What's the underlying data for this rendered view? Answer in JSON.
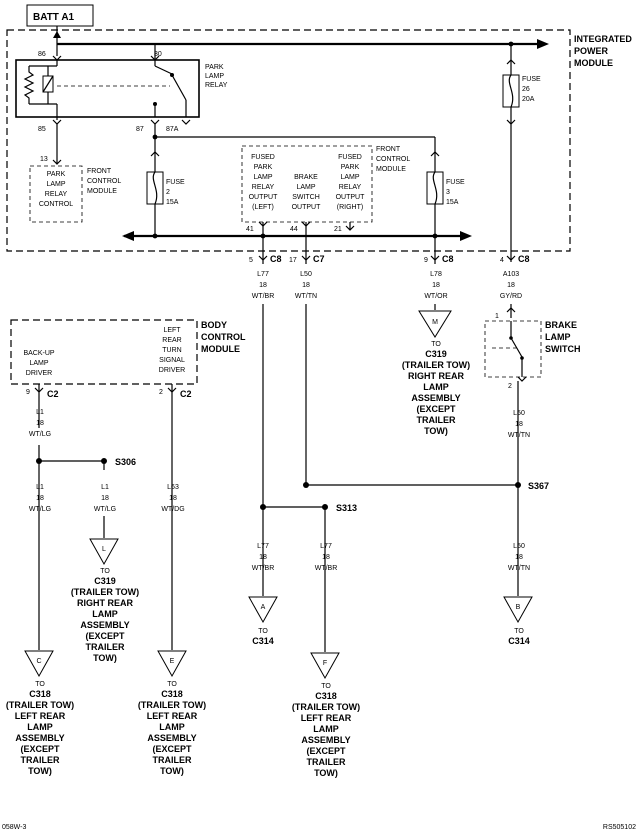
{
  "batt": "BATT A1",
  "ipm": [
    "INTEGRATED",
    "POWER",
    "MODULE"
  ],
  "park_relay": [
    "PARK",
    "LAMP",
    "RELAY"
  ],
  "pins": {
    "p86": "86",
    "p30": "30",
    "p85": "85",
    "p87": "87",
    "p87a": "87A",
    "p13": "13"
  },
  "plr_control": [
    "PARK",
    "LAMP",
    "RELAY",
    "CONTROL"
  ],
  "fcm_left": [
    "FRONT",
    "CONTROL",
    "MODULE"
  ],
  "fcm_right": [
    "FRONT",
    "CONTROL",
    "MODULE"
  ],
  "fcm_out1": [
    "FUSED",
    "PARK",
    "LAMP",
    "RELAY",
    "OUTPUT",
    "(LEFT)"
  ],
  "fcm_out2": [
    "BRAKE",
    "LAMP",
    "SWITCH",
    "OUTPUT"
  ],
  "fcm_out3": [
    "FUSED",
    "PARK",
    "LAMP",
    "RELAY",
    "OUTPUT",
    "(RIGHT)"
  ],
  "fcm_pins": {
    "p41": "41",
    "p44": "44",
    "p21": "21"
  },
  "fuse2": [
    "FUSE",
    "2",
    "15A"
  ],
  "fuse3": [
    "FUSE",
    "3",
    "15A"
  ],
  "fuse26": [
    "FUSE",
    "26",
    "20A"
  ],
  "c8a": {
    "pin": "5",
    "conn": "C8"
  },
  "c7": {
    "pin": "17",
    "conn": "C7"
  },
  "c8b": {
    "pin": "9",
    "conn": "C8"
  },
  "c8c": {
    "pin": "4",
    "conn": "C8"
  },
  "w_l77a": [
    "L77",
    "18",
    "WT/BR"
  ],
  "w_l50a": [
    "L50",
    "18",
    "WT/TN"
  ],
  "w_l78": [
    "L78",
    "18",
    "WT/OR"
  ],
  "w_a103": [
    "A103",
    "18",
    "GY/RD"
  ],
  "conn_m": "M",
  "to_m": [
    "TO",
    "C319",
    "(TRAILER TOW)",
    "RIGHT REAR",
    "LAMP",
    "ASSEMBLY",
    "(EXCEPT",
    "TRAILER",
    "TOW)"
  ],
  "brake_switch": [
    "BRAKE",
    "LAMP",
    "SWITCH"
  ],
  "bs_pins": {
    "p1": "1",
    "p2": "2"
  },
  "w_l50b": [
    "L50",
    "18",
    "WT/TN"
  ],
  "bcm": [
    "BODY",
    "CONTROL",
    "MODULE"
  ],
  "bcm_backup": [
    "BACK-UP",
    "LAMP",
    "DRIVER"
  ],
  "bcm_turn": [
    "LEFT",
    "REAR",
    "TURN",
    "SIGNAL",
    "DRIVER"
  ],
  "c2a": {
    "pin": "9",
    "conn": "C2"
  },
  "c2b": {
    "pin": "2",
    "conn": "C2"
  },
  "w_l1a": [
    "L1",
    "18",
    "WT/LG"
  ],
  "w_l1b": [
    "L1",
    "18",
    "WT/LG"
  ],
  "w_l1c": [
    "L1",
    "18",
    "WT/LG"
  ],
  "w_l63": [
    "L63",
    "18",
    "WT/DG"
  ],
  "s306": "S306",
  "s313": "S313",
  "s367": "S367",
  "conn_l": "L",
  "to_l": [
    "TO",
    "C319",
    "(TRAILER TOW)",
    "RIGHT REAR",
    "LAMP",
    "ASSEMBLY",
    "(EXCEPT",
    "TRAILER",
    "TOW)"
  ],
  "w_l77b": [
    "L77",
    "18",
    "WT/BR"
  ],
  "w_l77c": [
    "L77",
    "18",
    "WT/BR"
  ],
  "w_l50c": [
    "L50",
    "18",
    "WT/TN"
  ],
  "conn_a": "A",
  "to_a": [
    "TO",
    "C314"
  ],
  "conn_f": "F",
  "to_f": [
    "TO",
    "C318",
    "(TRAILER TOW)",
    "LEFT REAR",
    "LAMP",
    "ASSEMBLY",
    "(EXCEPT",
    "TRAILER",
    "TOW)"
  ],
  "conn_b": "B",
  "to_b": [
    "TO",
    "C314"
  ],
  "conn_c": "C",
  "to_c": [
    "TO",
    "C318",
    "(TRAILER TOW)",
    "LEFT REAR",
    "LAMP",
    "ASSEMBLY",
    "(EXCEPT",
    "TRAILER",
    "TOW)"
  ],
  "conn_e": "E",
  "to_e": [
    "TO",
    "C318",
    "(TRAILER TOW)",
    "LEFT REAR",
    "LAMP",
    "ASSEMBLY",
    "(EXCEPT",
    "TRAILER",
    "TOW)"
  ],
  "footer_left": "058W-3",
  "footer_right": "RS505102"
}
